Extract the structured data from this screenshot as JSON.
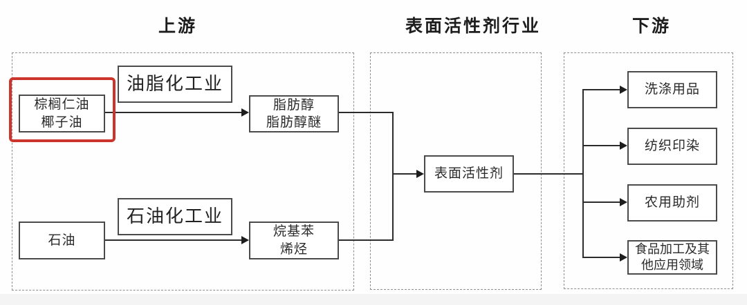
{
  "diagram": {
    "titles": {
      "upstream": "上游",
      "industry": "表面活性剂行业",
      "downstream": "下游"
    },
    "upstream": {
      "process_labels": {
        "oleochemical": "油脂化工业",
        "petrochemical": "石油化工业"
      },
      "raw_materials": {
        "palm_coconut": "棕榈仁油\n椰子油",
        "petroleum": "石油"
      },
      "intermediates": {
        "fatty_alcohol": "脂肪醇\n脂肪醇醚",
        "alkylbenzene_olefin": "烷基苯\n烯烃"
      }
    },
    "industry": {
      "surfactant": "表面活性剂"
    },
    "downstream": {
      "applications": [
        "洗涤用品",
        "纺织印染",
        "农用助剂",
        "食品加工及其\n他应用领域"
      ]
    },
    "highlight": {
      "target": "palm_coconut",
      "color": "#cc352b"
    },
    "colors": {
      "line": "#2b2b2b",
      "box_border": "#4a4a4a",
      "dashed_border": "#8f8f8f",
      "text": "#222222",
      "background": "#fefefe"
    }
  }
}
